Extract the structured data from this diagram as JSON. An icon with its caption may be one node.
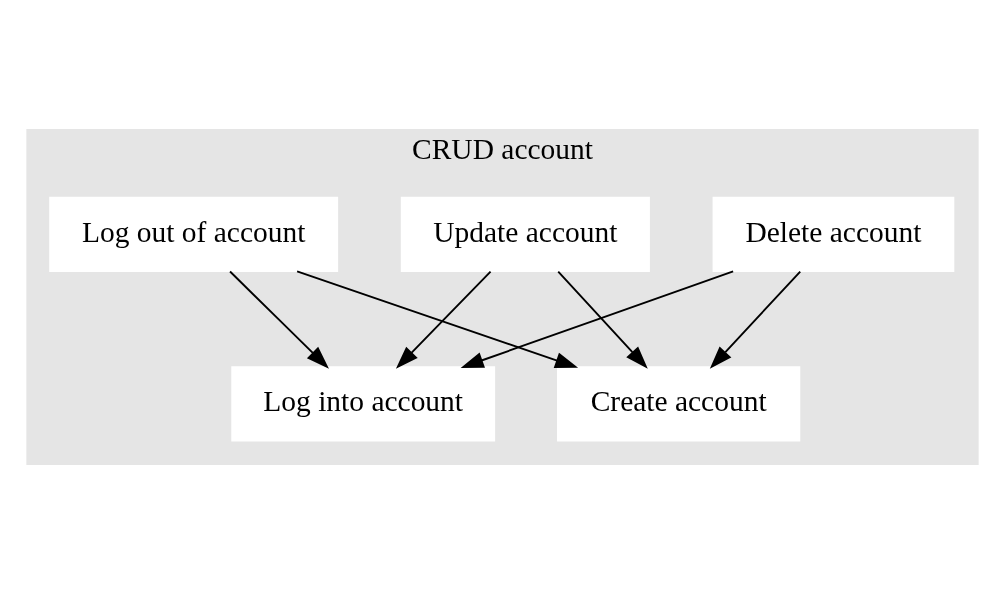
{
  "diagram": {
    "nodes": [
      {
        "text": [
          "CRUD account"
        ]
      },
      {
        "text": [
          "Log out of account"
        ],
        "in": 0
      },
      {
        "text": [
          "Delete account"
        ],
        "in": 0
      },
      {
        "text": [
          "Update account"
        ],
        "in": 0
      },
      {
        "text": [
          "Log into account"
        ],
        "in": 0
      },
      {
        "text": [
          "Create account"
        ],
        "in": 0
      }
    ],
    "edges": [
      {
        "from": 1,
        "to": 4,
        "arrow": "to"
      },
      {
        "from": 1,
        "to": 5,
        "arrow": "to"
      },
      {
        "from": 2,
        "to": 4,
        "arrow": "to"
      },
      {
        "from": 2,
        "to": 5,
        "arrow": "to"
      },
      {
        "from": 3,
        "to": 4,
        "arrow": "to"
      },
      {
        "from": 3,
        "to": 5,
        "arrow": "to"
      }
    ]
  }
}
